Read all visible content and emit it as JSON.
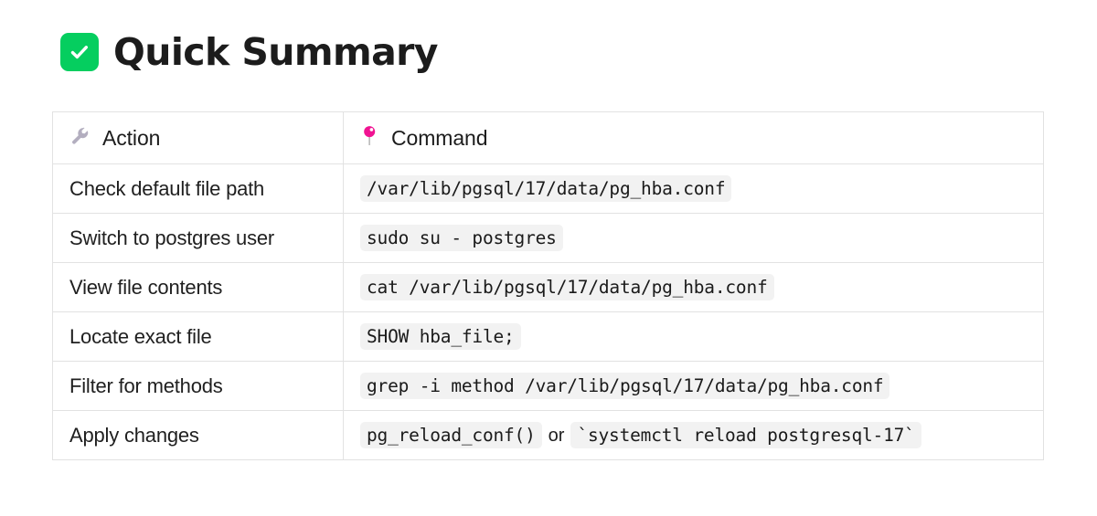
{
  "heading": {
    "icon": "white-check-mark-icon",
    "icon_color": "#05CE5F",
    "title": "Quick Summary"
  },
  "table": {
    "columns": [
      {
        "icon": "wrench-icon",
        "icon_color": "#B3AEBF",
        "label": "Action"
      },
      {
        "icon": "round-pushpin-icon",
        "icon_color": "#F01392",
        "label": "Command"
      }
    ],
    "code_background": "#F2F2F2",
    "border_color": "#E2E2E2",
    "rows": [
      {
        "action": "Check default file path",
        "command_parts": [
          {
            "type": "code",
            "text": "/var/lib/pgsql/17/data/pg_hba.conf"
          }
        ]
      },
      {
        "action": "Switch to postgres user",
        "command_parts": [
          {
            "type": "code",
            "text": "sudo su - postgres"
          }
        ]
      },
      {
        "action": "View file contents",
        "command_parts": [
          {
            "type": "code",
            "text": "cat /var/lib/pgsql/17/data/pg_hba.conf"
          }
        ]
      },
      {
        "action": "Locate exact file",
        "command_parts": [
          {
            "type": "code",
            "text": "SHOW hba_file;"
          }
        ]
      },
      {
        "action": "Filter for methods",
        "command_parts": [
          {
            "type": "code",
            "text": "grep -i method /var/lib/pgsql/17/data/pg_hba.conf"
          }
        ]
      },
      {
        "action": "Apply changes",
        "command_parts": [
          {
            "type": "code",
            "text": "pg_reload_conf()"
          },
          {
            "type": "text",
            "text": "or"
          },
          {
            "type": "code",
            "text": "`systemctl reload postgresql-17`"
          }
        ]
      }
    ]
  }
}
